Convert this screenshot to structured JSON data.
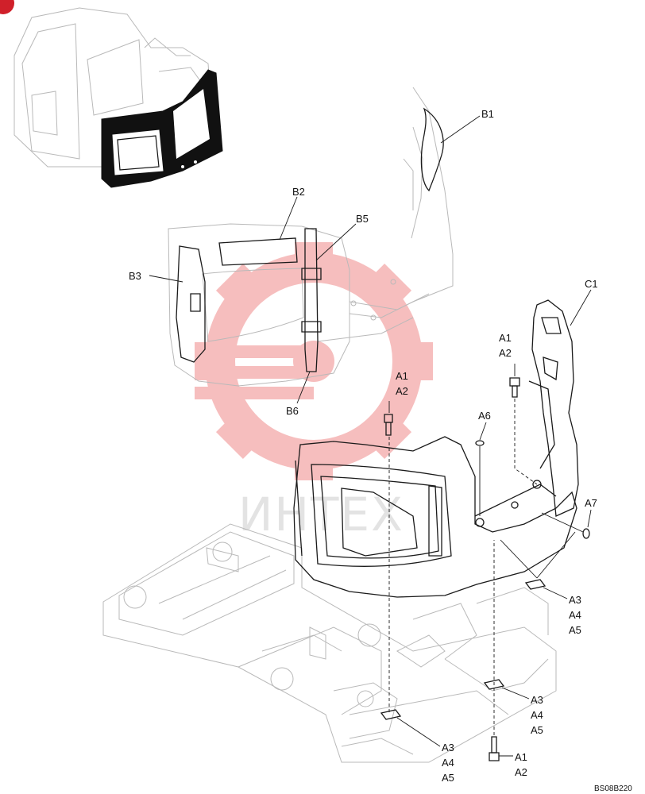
{
  "labels": {
    "b1": "B1",
    "b2": "B2",
    "b3": "B3",
    "b5": "B5",
    "b6": "B6",
    "c1": "C1",
    "a6": "A6",
    "a7": "A7",
    "a1": "A1",
    "a2": "A2",
    "a3": "A3",
    "a4": "A4",
    "a5": "A5"
  },
  "watermark": "ИНТЕХ",
  "drawing_code": "BS08B220",
  "colors": {
    "watermark_red": "#f08a8a",
    "line_black": "#1a1a1a",
    "line_gray": "#b9b9b9",
    "badge_red": "#d0202a"
  },
  "icons": {
    "watermark": "gear-logo-icon",
    "corner_badge": "red-circle-badge-icon"
  }
}
